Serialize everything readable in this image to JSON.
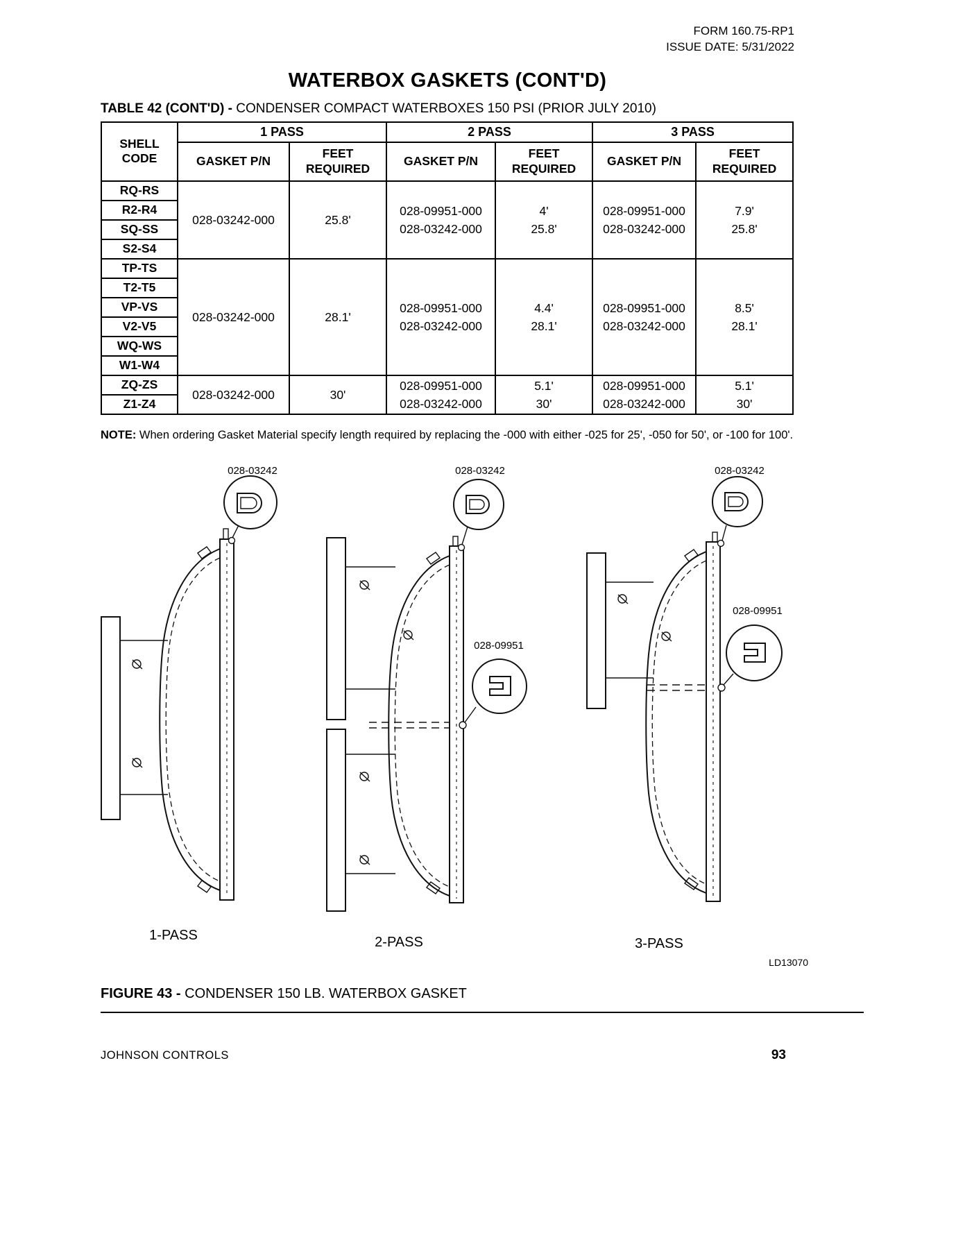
{
  "header": {
    "form": "FORM 160.75-RP1",
    "issue_date": "ISSUE DATE: 5/31/2022"
  },
  "title": "WATERBOX GASKETS (CONT'D)",
  "table": {
    "caption_bold": "TABLE 42 (CONT'D) -",
    "caption_rest": " CONDENSER COMPACT WATERBOXES 150 PSI (PRIOR JULY 2010)",
    "shell_header": [
      "SHELL",
      "CODE"
    ],
    "pass_headers": [
      "1 PASS",
      "2 PASS",
      "3 PASS"
    ],
    "sub_headers": [
      "GASKET P/N",
      "FEET REQUIRED"
    ],
    "groups": [
      {
        "shell_codes": [
          "RQ-RS",
          "R2-R4",
          "SQ-SS",
          "S2-S4"
        ],
        "pass1": {
          "pn": [
            "028-03242-000"
          ],
          "feet": [
            "25.8'"
          ]
        },
        "pass2": {
          "pn": [
            "028-09951-000",
            "028-03242-000"
          ],
          "feet": [
            "4'",
            "25.8'"
          ]
        },
        "pass3": {
          "pn": [
            "028-09951-000",
            "028-03242-000"
          ],
          "feet": [
            "7.9'",
            "25.8'"
          ]
        }
      },
      {
        "shell_codes": [
          "TP-TS",
          "T2-T5",
          "VP-VS",
          "V2-V5",
          "WQ-WS",
          "W1-W4"
        ],
        "pass1": {
          "pn": [
            "028-03242-000"
          ],
          "feet": [
            "28.1'"
          ]
        },
        "pass2": {
          "pn": [
            "028-09951-000",
            "028-03242-000"
          ],
          "feet": [
            "4.4'",
            "28.1'"
          ]
        },
        "pass3": {
          "pn": [
            "028-09951-000",
            "028-03242-000"
          ],
          "feet": [
            "8.5'",
            "28.1'"
          ]
        }
      },
      {
        "shell_codes": [
          "ZQ-ZS",
          "Z1-Z4"
        ],
        "pass1": {
          "pn": [
            "028-03242-000"
          ],
          "feet": [
            "30'"
          ]
        },
        "pass2": {
          "pn": [
            "028-09951-000",
            "028-03242-000"
          ],
          "feet": [
            "5.1'",
            "30'"
          ]
        },
        "pass3": {
          "pn": [
            "028-09951-000",
            "028-03242-000"
          ],
          "feet": [
            "5.1'",
            "30'"
          ]
        }
      }
    ]
  },
  "note": {
    "label": "NOTE:",
    "text": " When ordering Gasket Material specify length required by replacing the -000 with either -025 for 25', -050 for 50', or -100 for 100'."
  },
  "figure": {
    "diagrams": [
      {
        "label": "1-PASS",
        "callout_top": "028-03242"
      },
      {
        "label": "2-PASS",
        "callout_top": "028-03242",
        "callout_side": "028-09951"
      },
      {
        "label": "3-PASS",
        "callout_top": "028-03242",
        "callout_side": "028-09951"
      }
    ],
    "drawing_id": "LD13070",
    "caption_bold": "FIGURE 43 -",
    "caption_rest": " CONDENSER 150 LB. WATERBOX GASKET"
  },
  "footer": {
    "company": "JOHNSON CONTROLS",
    "page_number": "93"
  }
}
